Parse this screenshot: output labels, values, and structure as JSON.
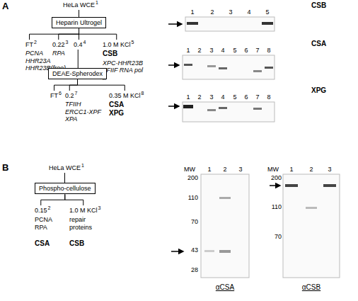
{
  "diagram": {
    "nodes": [
      {
        "text": [
          "HeLa WCE",
          "1"
        ]
      },
      {
        "text": [
          "Heparin Ultrogel"
        ]
      },
      {
        "text": [
          "FT",
          "2",
          "PCNA HHR23A HHR23B(free)"
        ]
      },
      {
        "text": [
          "0.22",
          "3",
          "RPA"
        ]
      },
      {
        "text": [
          "0.4",
          "4"
        ]
      },
      {
        "text": [
          "1.0 M KCl",
          "5",
          "CSB",
          "XPC-HHR23B TFIIF RNA pol II"
        ]
      },
      {
        "text": [
          "DEAE-Spherodex"
        ]
      },
      {
        "text": [
          "FT",
          "6"
        ]
      },
      {
        "text": [
          "0.2",
          "7",
          "TFIIH ERCC1-XPF XPA"
        ]
      },
      {
        "text": [
          "0.35 M KCl",
          "8",
          "CSA XPG"
        ]
      },
      {
        "text": [
          "HeLa WCE",
          "1"
        ]
      },
      {
        "text": [
          "Phospho-cellulose"
        ]
      },
      {
        "text": [
          "0.15",
          "2",
          "PCNA RPA",
          "CSA"
        ]
      },
      {
        "text": [
          "1.0 M KCl",
          "3",
          "repair proteins",
          "CSB"
        ]
      }
    ],
    "edges": [
      {
        "from": 0,
        "to": 1,
        "arrow": "none"
      },
      {
        "from": 1,
        "to": 2,
        "arrow": "none"
      },
      {
        "from": 1,
        "to": 3,
        "arrow": "none"
      },
      {
        "from": 1,
        "to": 4,
        "arrow": "none"
      },
      {
        "from": 1,
        "to": 5,
        "arrow": "none"
      },
      {
        "from": 4,
        "to": 6,
        "arrow": "none"
      },
      {
        "from": 6,
        "to": 7,
        "arrow": "none"
      },
      {
        "from": 6,
        "to": 8,
        "arrow": "none"
      },
      {
        "from": 6,
        "to": 9,
        "arrow": "none"
      },
      {
        "from": 10,
        "to": 11,
        "arrow": "none"
      },
      {
        "from": 11,
        "to": 12,
        "arrow": "none"
      },
      {
        "from": 11,
        "to": 13,
        "arrow": "none"
      }
    ],
    "labels": [
      "A",
      "B",
      "CSB",
      "1",
      "2",
      "3",
      "4",
      "5",
      "CSA",
      "1",
      "2",
      "3",
      "4",
      "5",
      "6",
      "7",
      "8",
      "XPG",
      "1",
      "2",
      "3",
      "4",
      "5",
      "6",
      "7",
      "8",
      "MW",
      "1",
      "2",
      "3",
      "200",
      "110",
      "70",
      "43",
      "28",
      "αCSA",
      "MW",
      "1",
      "2",
      "3",
      "200",
      "110",
      "70",
      "αCSB"
    ]
  }
}
